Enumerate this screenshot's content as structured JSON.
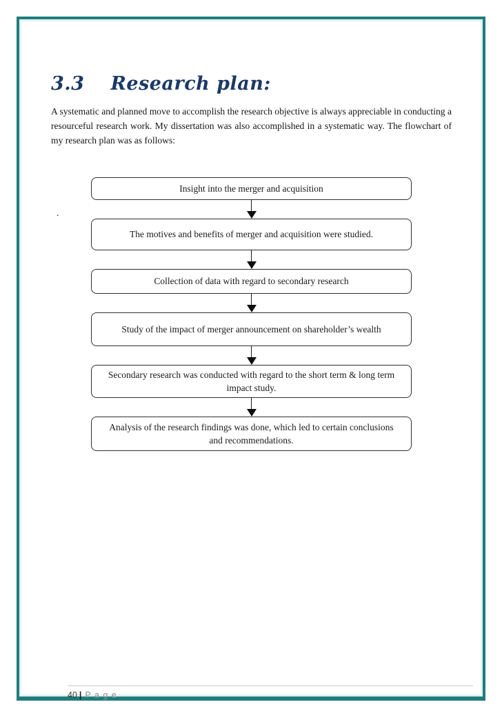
{
  "section": {
    "number": "3.3",
    "title": "Research plan:",
    "paragraph": "A systematic and planned move to accomplish the research objective is always appreciable in conducting a resourceful research work. My dissertation was also accomplished in a systematic way. The flowchart of my research plan was as follows:",
    "stray_mark": "."
  },
  "flowchart": {
    "steps": [
      "Insight into the merger and acquisition",
      "The motives and benefits of merger and acquisition were studied.",
      "Collection of data with regard to secondary research",
      "Study of the impact of merger announcement on shareholder’s wealth",
      "Secondary research was conducted with regard to the short term & long term impact study.",
      "Analysis of the research findings was done, which led to certain conclusions and recommendations."
    ]
  },
  "footer": {
    "page_number": "40",
    "separator": "|",
    "label": "P a g e"
  },
  "colors": {
    "frame_teal": "#217d7d",
    "frame_inner_light": "#e3f1f1",
    "heading_navy": "#1c3966",
    "box_border": "#2e2e2e",
    "arrow_black": "#0d0d0d",
    "footer_gray": "#8f8f8f"
  }
}
